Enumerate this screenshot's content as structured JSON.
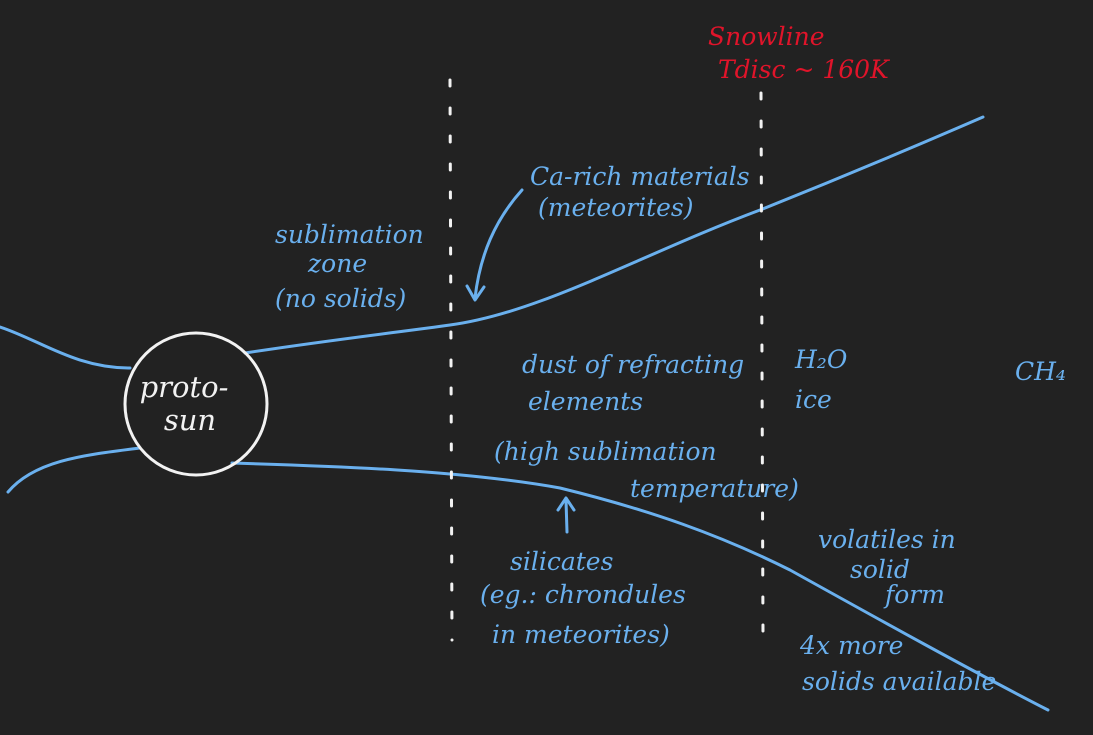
{
  "colors": {
    "background": "#222222",
    "ink_blue": "#6ab0ee",
    "ink_red": "#e0142a",
    "ink_white": "#f2f2f2"
  },
  "snowline": {
    "line1": "Snowline",
    "line2": "Tdisc ~ 160K"
  },
  "protosun": {
    "line1": "proto-",
    "line2": "sun"
  },
  "sublimation_zone": {
    "line1": "sublimation",
    "line2": "zone",
    "line3": "(no solids)"
  },
  "ca_rich": {
    "line1": "Ca-rich materials",
    "line2": "(meteorites)"
  },
  "dust": {
    "line1": "dust of refracting",
    "line2": "elements",
    "line3": "(high sublimation",
    "line4": "temperature)"
  },
  "h2o": {
    "line1": "H₂O",
    "line2": "ice"
  },
  "ch4": {
    "label": "CH₄"
  },
  "silicates": {
    "line1": "silicates",
    "line2": "(eg.: chrondules",
    "line3": "in meteorites)"
  },
  "volatiles": {
    "line1": "volatiles in",
    "line2": "solid",
    "line3": "form"
  },
  "more_solids": {
    "line1": "4x more",
    "line2": "solids available"
  }
}
